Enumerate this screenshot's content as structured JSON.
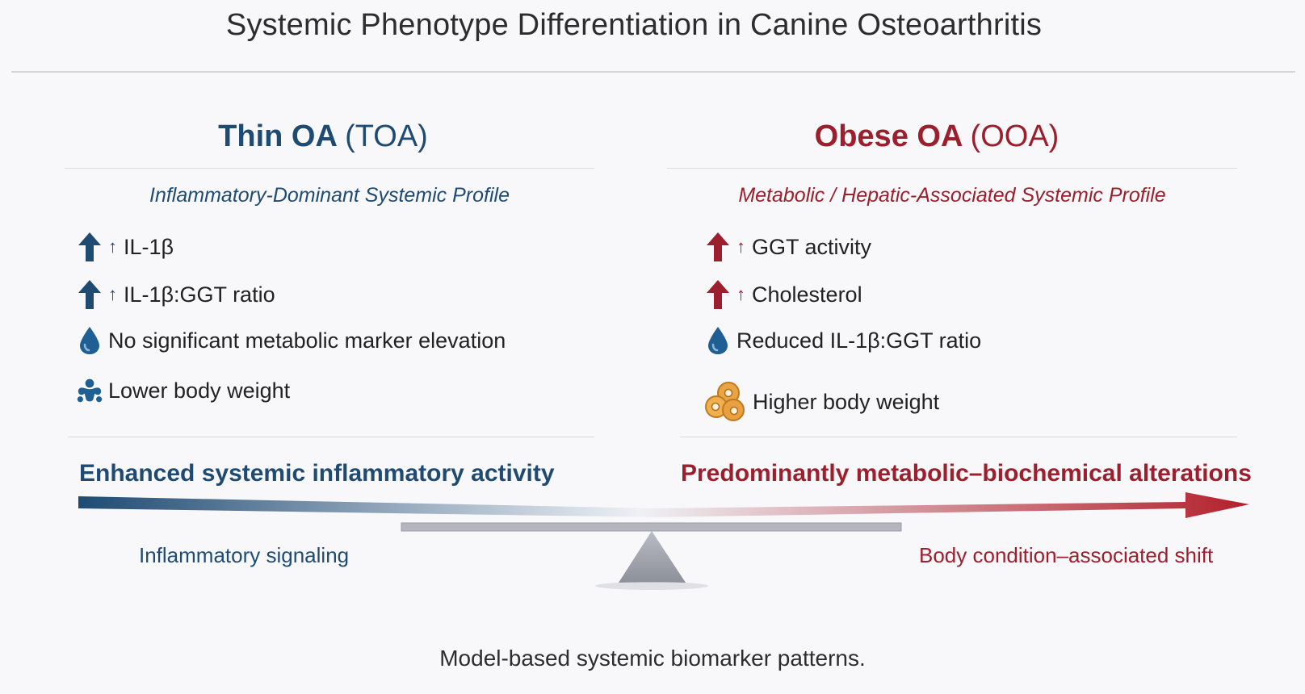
{
  "title": "Systemic Phenotype Differentiation in Canine Osteoarthritis",
  "left": {
    "heading_bold": "Thin OA",
    "heading_paren": "(TOA)",
    "profile": "Inflammatory-Dominant Systemic Profile",
    "items": [
      {
        "arrow": "↑",
        "text": "IL-1β",
        "icon": "up-arrow-icon"
      },
      {
        "arrow": "↑",
        "text": "IL-1β:GGT ratio",
        "icon": "up-arrow-icon"
      },
      {
        "arrow": "",
        "text": "No significant metabolic marker elevation",
        "icon": "droplet-icon"
      },
      {
        "arrow": "",
        "text": "Lower body weight",
        "icon": "slim-figure-icon"
      }
    ],
    "summary": "Enhanced systemic inflammatory activity",
    "signal": "Inflammatory signaling"
  },
  "right": {
    "heading_bold": "Obese OA",
    "heading_paren": "(OOA)",
    "profile": "Metabolic / Hepatic-Associated Systemic Profile",
    "items": [
      {
        "arrow": "↑",
        "text": "GGT activity",
        "icon": "up-arrow-icon"
      },
      {
        "arrow": "↑",
        "text": "Cholesterol",
        "icon": "up-arrow-icon"
      },
      {
        "arrow": "",
        "text": "Reduced IL-1β:GGT ratio",
        "icon": "droplet-icon"
      },
      {
        "arrow": "",
        "text": "Higher body weight",
        "icon": "fat-cells-icon"
      }
    ],
    "summary": "Predominantly metabolic–biochemical alterations",
    "signal": "Body condition–associated shift"
  },
  "caption": "Model-based systemic biomarker patterns.",
  "colors": {
    "blue": "#1f4b73",
    "red": "#9b1f2c",
    "fat_icon": "#e8a545"
  }
}
